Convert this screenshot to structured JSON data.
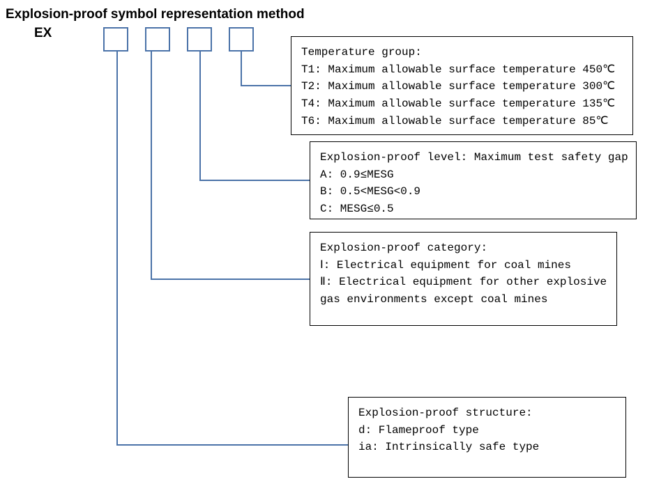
{
  "title": "Explosion-proof symbol representation method",
  "prefix": "EX",
  "slots": [
    "",
    "",
    "",
    ""
  ],
  "colors": {
    "connector": "#4a72a8",
    "box_border": "#000000",
    "text": "#000000"
  },
  "temperature_group": {
    "heading": "Temperature group:",
    "lines": [
      "T1: Maximum allowable surface temperature 450℃",
      "T2: Maximum allowable surface temperature 300℃",
      "T4: Maximum allowable surface temperature 135℃",
      "T6: Maximum allowable surface temperature 85℃"
    ]
  },
  "explosion_proof_level": {
    "heading": "Explosion-proof level: Maximum test safety gap",
    "lines": [
      "A: 0.9≤MESG",
      "B: 0.5<MESG<0.9",
      "C: MESG≤0.5"
    ]
  },
  "explosion_proof_category": {
    "heading": "Explosion-proof category:",
    "lines": [
      "Ⅰ: Electrical equipment for coal mines",
      "Ⅱ: Electrical equipment for other explosive",
      "gas environments except coal mines"
    ]
  },
  "explosion_proof_structure": {
    "heading": "Explosion-proof structure:",
    "lines": [
      "d: Flameproof type",
      "ia: Intrinsically safe type"
    ]
  }
}
